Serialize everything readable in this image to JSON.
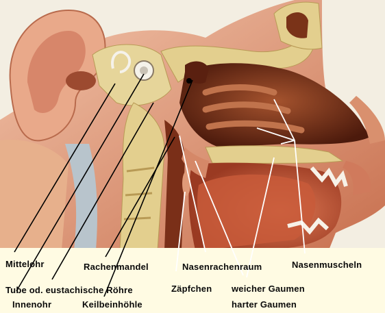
{
  "labels": {
    "mittelohr": "Mittelohr",
    "tube": "Tube od. eustachische Röhre",
    "innenohr": "Innenohr",
    "rachenmandel": "Rachenmandel",
    "keilbeinhoehle": "Keilbeinhöhle",
    "nasenrachenraum": "Nasenrachenraum",
    "zaepfchen": "Zäpfchen",
    "nasenmuscheln": "Nasenmuscheln",
    "weicher_gaumen": "weicher Gaumen",
    "harter_gaumen": "harter Gaumen"
  },
  "colors": {
    "background": "#fffbe3",
    "skin": "#d98a6a",
    "bone": "#e3cf8e",
    "cavity": "#6b2a16",
    "leader_line_dark": "#000000",
    "leader_line_light": "#ffffff"
  }
}
